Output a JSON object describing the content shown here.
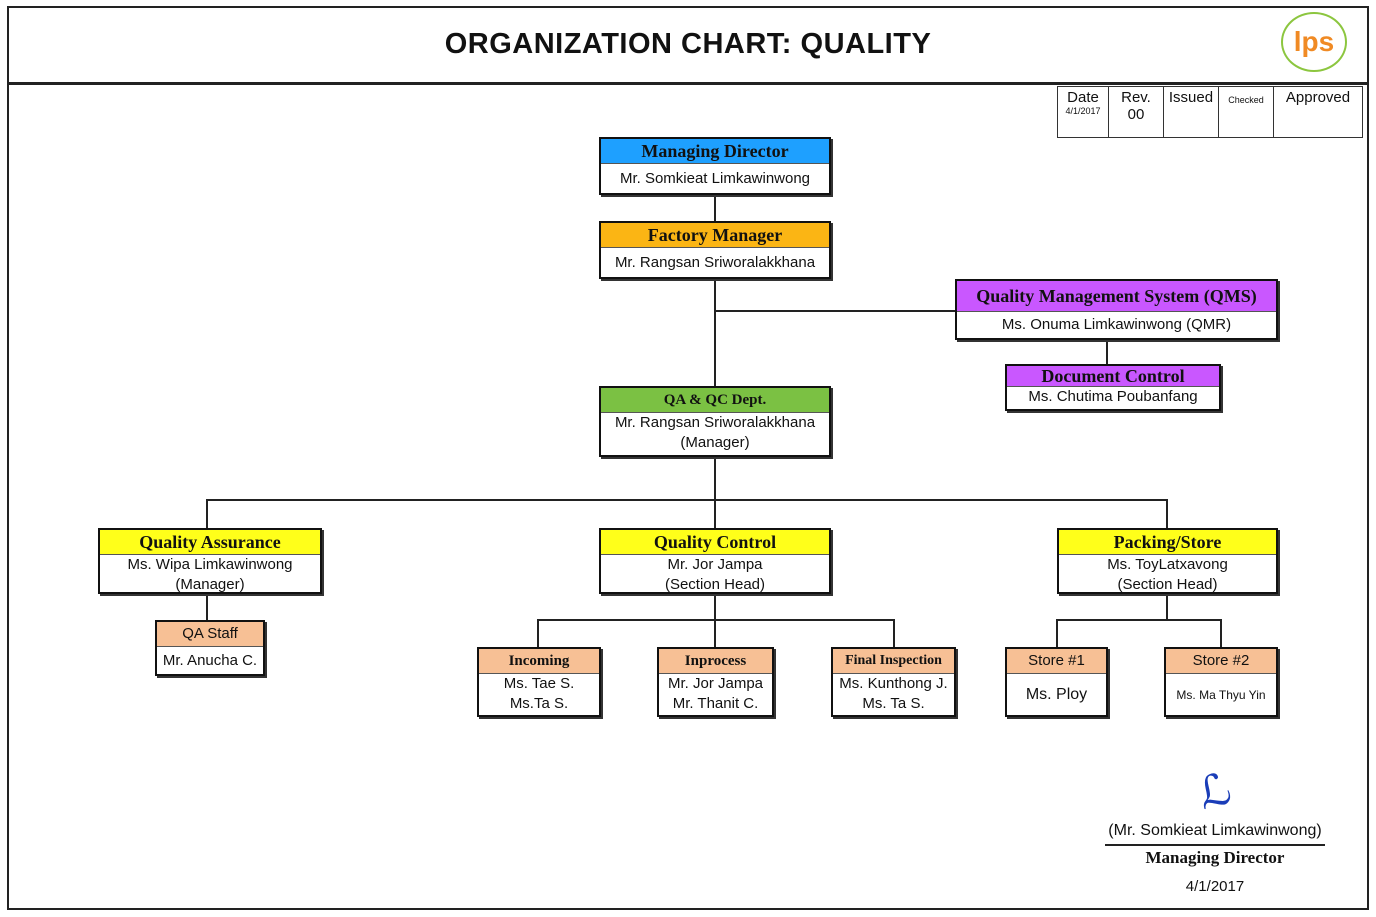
{
  "title": "ORGANIZATION CHART: QUALITY",
  "logo_text": "lps",
  "revision": {
    "headers": [
      "Date",
      "Rev.",
      "Issued",
      "Checked",
      "Approved"
    ],
    "date": "4/1/2017",
    "rev": "00"
  },
  "nodes": {
    "md": {
      "title": "Managing Director",
      "lines": [
        "Mr. Somkieat  Limkawinwong"
      ]
    },
    "fm": {
      "title": "Factory Manager",
      "lines": [
        "Mr. Rangsan Sriworalakkhana"
      ]
    },
    "qms": {
      "title": "Quality Management System (QMS)",
      "lines": [
        "Ms. Onuma Limkawinwong  (QMR)"
      ]
    },
    "dc": {
      "title": "Document Control",
      "lines": [
        "Ms. Chutima  Poubanfang"
      ]
    },
    "qaqc": {
      "title": "QA & QC Dept.",
      "lines": [
        "Mr. Rangsan Sriworalakkhana",
        "(Manager)"
      ]
    },
    "qa": {
      "title": "Quality Assurance",
      "lines": [
        "Ms. Wipa  Limkawinwong",
        "(Manager)"
      ]
    },
    "qc": {
      "title": "Quality Control",
      "lines": [
        "Mr. Jor  Jampa",
        "(Section Head)"
      ]
    },
    "ps": {
      "title": "Packing/Store",
      "lines": [
        "Ms. ToyLatxavong",
        "(Section Head)"
      ]
    },
    "qastaff": {
      "title": "QA Staff",
      "lines": [
        "Mr. Anucha  C."
      ]
    },
    "incoming": {
      "title": "Incoming",
      "lines": [
        "Ms. Tae  S.",
        "Ms.Ta  S."
      ]
    },
    "inprocess": {
      "title": "Inprocess",
      "lines": [
        "Mr. Jor Jampa",
        "Mr. Thanit C."
      ]
    },
    "final": {
      "title": "Final Inspection",
      "lines": [
        "Ms. Kunthong  J.",
        "Ms. Ta  S."
      ]
    },
    "store1": {
      "title": "Store #1",
      "lines": [
        "Ms. Ploy"
      ]
    },
    "store2": {
      "title": "Store #2",
      "lines": [
        "Ms. Ma Thyu Yin"
      ]
    }
  },
  "signature": {
    "name": "(Mr. Somkieat  Limkawinwong)",
    "role": "Managing Director",
    "date": "4/1/2017"
  },
  "colors": {
    "blue": "#1ea0ff",
    "orange": "#fbb514",
    "purple": "#c957ff",
    "green": "#7bc143",
    "yellow": "#ffff1a",
    "peach": "#f7c095",
    "logo_ring": "#8cc63f",
    "logo_text": "#f08a24"
  }
}
